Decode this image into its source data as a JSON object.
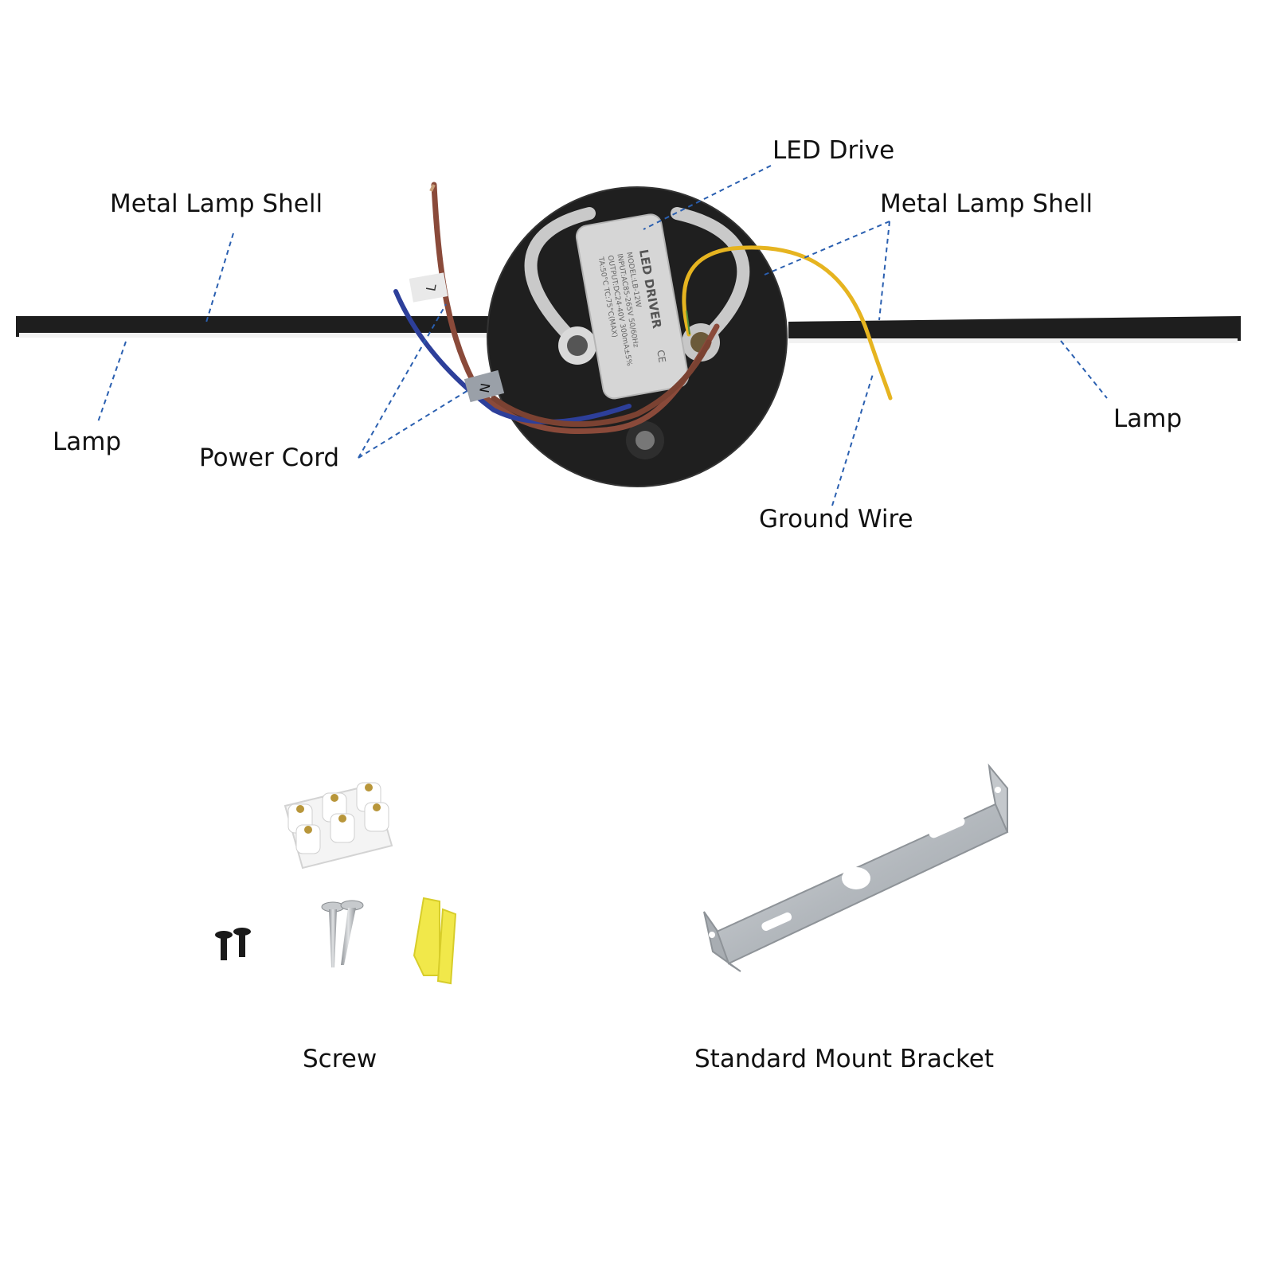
{
  "labels": {
    "led_drive": "LED Drive",
    "metal_lamp_shell_left": "Metal Lamp Shell",
    "metal_lamp_shell_right": "Metal Lamp Shell",
    "lamp_left": "Lamp",
    "lamp_right": "Lamp",
    "power_cord": "Power Cord",
    "ground_wire": "Ground Wire",
    "screw": "Screw",
    "standard_mount_bracket": "Standard Mount Bracket"
  },
  "driver": {
    "title": "LED DRIVER",
    "model": "MODEL:LB-12W",
    "input": "INPUT:AC85-265V 50/60Hz",
    "output": "OUTPUT:DC24-40V 300mA±5%",
    "temp": "TA:50°C TC:75°C(MAX)",
    "cert": "CE"
  },
  "wire_tags": {
    "live": "L",
    "neutral": "N"
  },
  "colors": {
    "lamp_shell": "#1e1e1e",
    "lamp_diffuser": "#f2f2f2",
    "leader_line": "#2a5fb0",
    "live_wire": "#8a4a3a",
    "neutral_wire": "#2d3f9a",
    "ground_wire": "#e6b420",
    "driver_body": "#d6d6d6",
    "anchor": "#f1e84a",
    "bracket": "#b9bdc2"
  }
}
